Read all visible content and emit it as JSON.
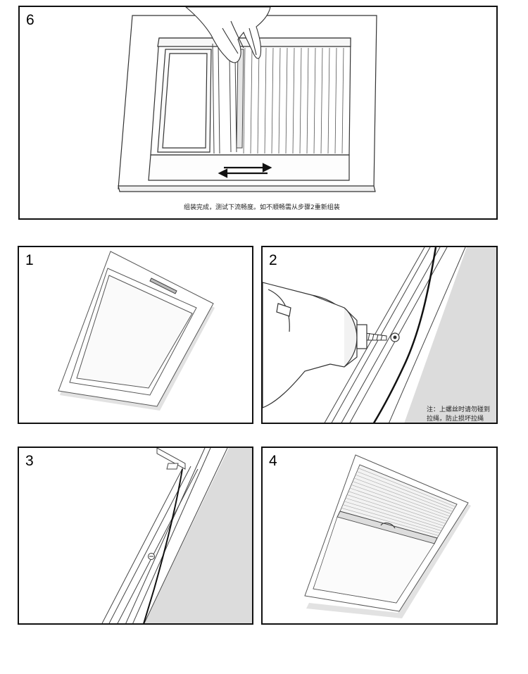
{
  "panels": {
    "step6": {
      "number": "6",
      "caption": "组装完成，测试下流畅度。如不顺畅需从步骤2重新组装"
    },
    "step1": {
      "number": "1"
    },
    "step2": {
      "number": "2",
      "note_line1": "注：上螺丝时请勿碰到",
      "note_line2": "拉绳，防止损坏拉绳"
    },
    "step3": {
      "number": "3"
    },
    "step4": {
      "number": "4"
    }
  },
  "colors": {
    "border": "#111111",
    "line": "#333333",
    "wall": "#dcdcdc",
    "frame": "#f4f4f4"
  }
}
